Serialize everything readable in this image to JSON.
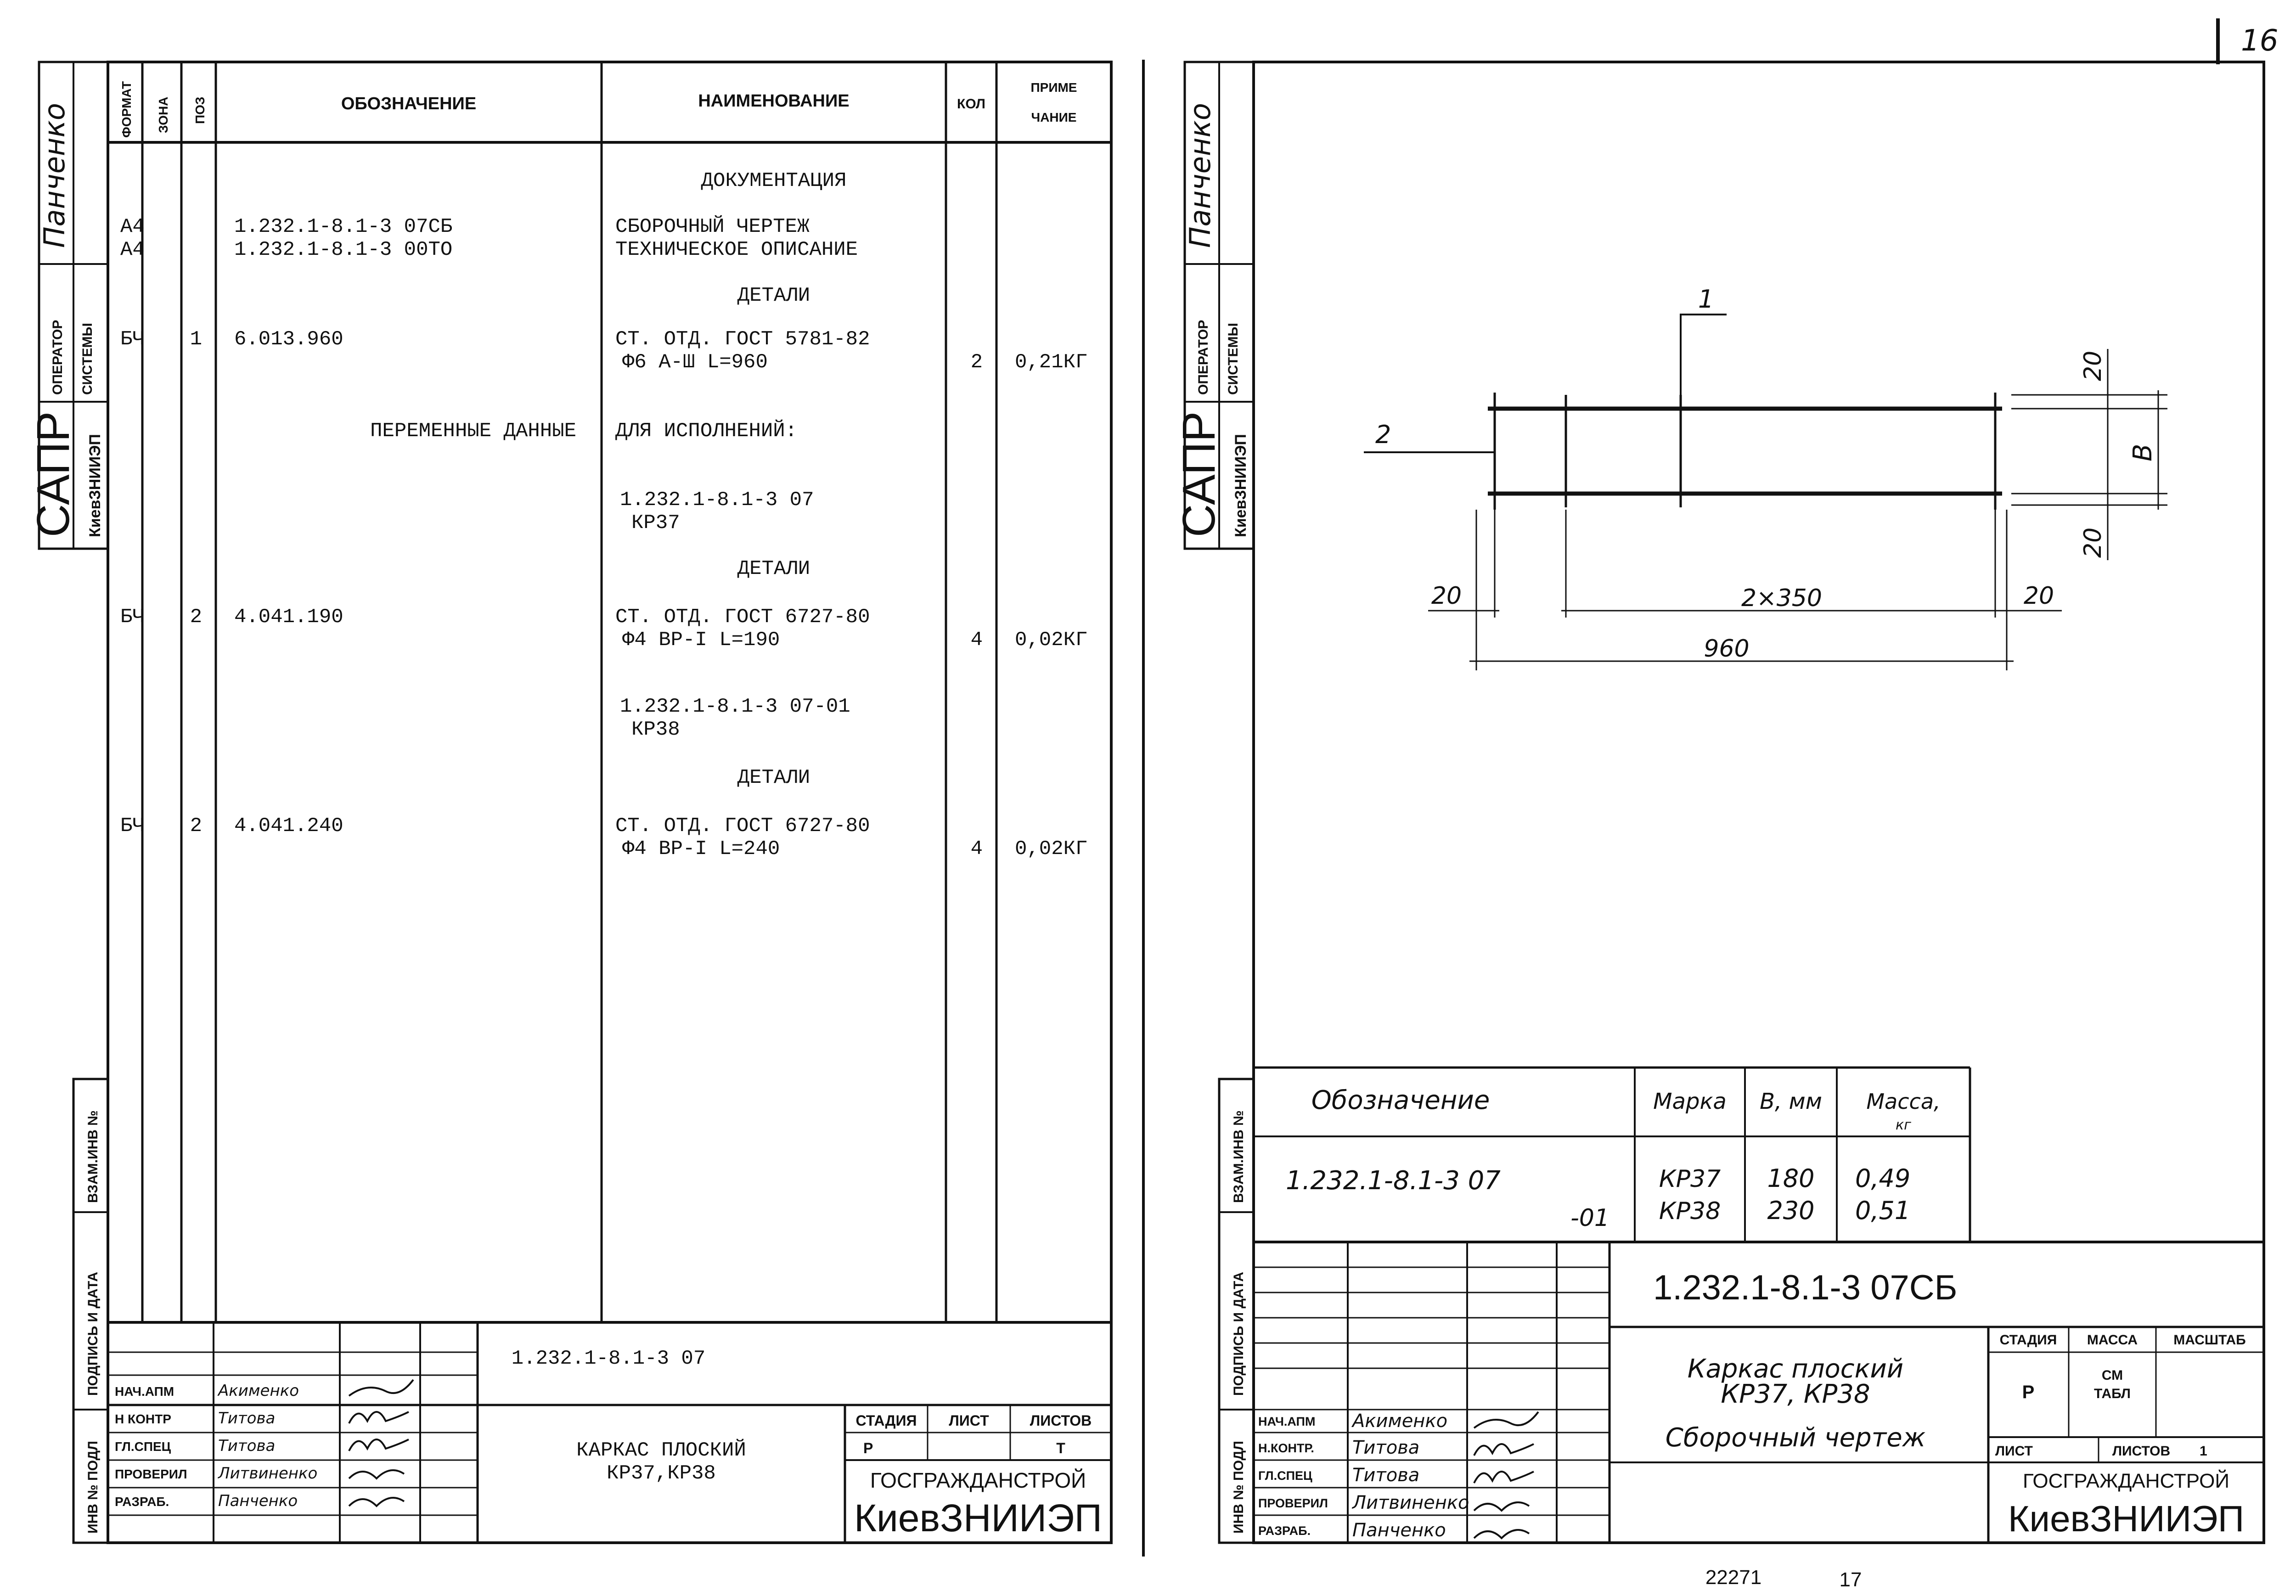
{
  "page_number": "16",
  "footer": {
    "doc_no": "22271",
    "page": "17"
  },
  "left_sheet": {
    "side_stamp": {
      "author_sig": "Панченко",
      "operator": [
        "ОПЕРАТОР",
        "СИСТЕМЫ"
      ],
      "system": "САПР",
      "org": "КиевЗНИИЭП",
      "vzam": "ВЗАМ.ИНВ №",
      "podpis": "ПОДПИСЬ И ДАТА",
      "inv": "ИНВ № ПОДЛ"
    },
    "header": {
      "format": "ФОРМАТ",
      "zone": "ЗОНА",
      "pos": "ПОЗ",
      "designation": "ОБОЗНАЧЕНИЕ",
      "name": "НАИМЕНОВАНИЕ",
      "qty": "КОЛ",
      "note_1": "ПРИМЕ",
      "note_2": "ЧАНИЕ"
    },
    "rows": [
      {
        "name": "ДОКУМЕНТАЦИЯ"
      },
      {
        "format": "А4",
        "designation": "1.232.1-8.1-3 07СБ",
        "name": "СБОРОЧНЫЙ ЧЕРТЕЖ"
      },
      {
        "format": "А4",
        "designation": "1.232.1-8.1-3 00ТО",
        "name": "ТЕХНИЧЕСКОЕ ОПИСАНИЕ"
      },
      {
        "name": "ДЕТАЛИ"
      },
      {
        "format": "БЧ",
        "pos": "1",
        "designation": "6.013.960",
        "name": "СТ. ОТД. ГОСТ 5781-82",
        "name2": "Ф6 А-Ш L=960",
        "qty": "2",
        "note": "0,21КГ"
      },
      {
        "designation": "ПЕРЕМЕННЫЕ ДАННЫЕ",
        "name": "ДЛЯ ИСПОЛНЕНИЙ:"
      },
      {
        "name": "1.232.1-8.1-3 07",
        "name2": "КР37"
      },
      {
        "name": "ДЕТАЛИ"
      },
      {
        "format": "БЧ",
        "pos": "2",
        "designation": "4.041.190",
        "name": "СТ. ОТД. ГОСТ 6727-80",
        "name2": "Ф4 ВР-I L=190",
        "qty": "4",
        "note": "0,02КГ"
      },
      {
        "name": "1.232.1-8.1-3 07-01",
        "name2": "КР38"
      },
      {
        "name": "ДЕТАЛИ"
      },
      {
        "format": "БЧ",
        "pos": "2",
        "designation": "4.041.240",
        "name": "СТ. ОТД. ГОСТ 6727-80",
        "name2": "Ф4 ВР-I L=240",
        "qty": "4",
        "note": "0,02КГ"
      }
    ],
    "title_block": {
      "code": "1.232.1-8.1-3 07",
      "title_1": "КАРКАС ПЛОСКИЙ",
      "title_2": "КР37,КР38",
      "stage_label": "СТАДИЯ",
      "sheet_label": "ЛИСТ",
      "sheets_label": "ЛИСТОВ",
      "stage": "Р",
      "sheets": "Т",
      "org_1": "ГОСГРАЖДАНСТРОЙ",
      "org_2": "КиевЗНИИЭП",
      "people": [
        {
          "role": "НАЧ.АПМ",
          "name": "Акименко"
        },
        {
          "role": "Н КОНТР",
          "name": "Титова"
        },
        {
          "role": "ГЛ.СПЕЦ",
          "name": "Титова"
        },
        {
          "role": "ПРОВЕРИЛ",
          "name": "Литвиненко"
        },
        {
          "role": "РАЗРАБ.",
          "name": "Панченко"
        }
      ]
    }
  },
  "right_sheet": {
    "drawing": {
      "callout_1": "1",
      "callout_2": "2",
      "dim_20_top": "20",
      "dim_b": "В",
      "dim_20_bottom": "20",
      "dim_20_left": "20",
      "dim_span": "2×350",
      "dim_20_right": "20",
      "dim_total": "960"
    },
    "variants_table": {
      "h_designation": "Обозначение",
      "h_mark": "Марка",
      "h_b": "В, мм",
      "h_mass_1": "Масса,",
      "h_mass_2": "кг",
      "designation": "1.232.1-8.1-3 07",
      "designation_suffix": "-01",
      "rows": [
        {
          "mark": "КР37",
          "b": "180",
          "mass": "0,49"
        },
        {
          "mark": "КР38",
          "b": "230",
          "mass": "0,51"
        }
      ]
    },
    "title_block": {
      "code": "1.232.1-8.1-3 07СБ",
      "title_1": "Каркас плоский",
      "title_2": "КР37, КР38",
      "title_3": "Сборочный чертеж",
      "stage_label": "СТАДИЯ",
      "mass_label": "МАССА",
      "scale_label": "МАСШТАБ",
      "stage": "Р",
      "mass_1": "СМ",
      "mass_2": "ТАБЛ",
      "sheet_label": "ЛИСТ",
      "sheets_label": "ЛИСТОВ",
      "sheets": "1",
      "org_1": "ГОСГРАЖДАНСТРОЙ",
      "org_2": "КиевЗНИИЭП",
      "people": [
        {
          "role": "НАЧ.АПМ",
          "name": "Акименко"
        },
        {
          "role": "Н.КОНТР.",
          "name": "Титова"
        },
        {
          "role": "ГЛ.СПЕЦ",
          "name": "Титова"
        },
        {
          "role": "ПРОВЕРИЛ",
          "name": "Литвиненко"
        },
        {
          "role": "РАЗРАБ.",
          "name": "Панченко"
        }
      ]
    }
  }
}
